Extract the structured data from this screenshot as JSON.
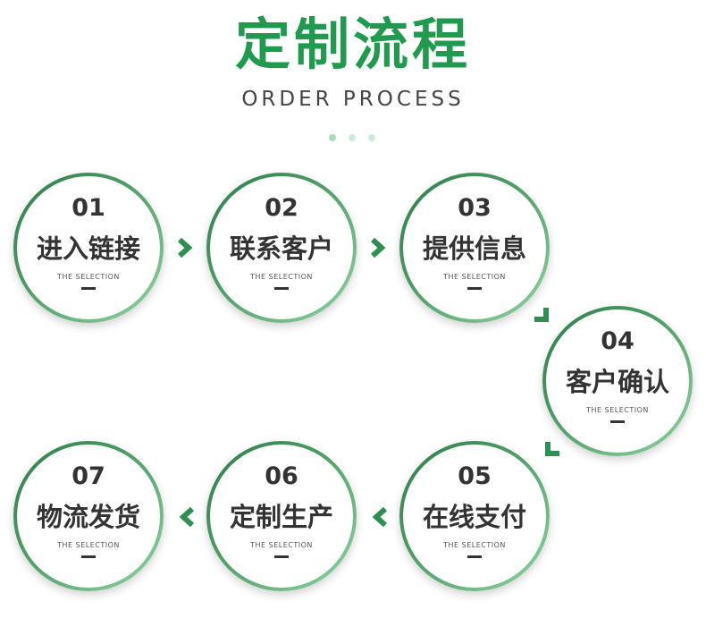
{
  "header": {
    "title": "定制流程",
    "subtitle": "ORDER PROCESS"
  },
  "steps": [
    {
      "number": "01",
      "label": "进入链接",
      "tag": "THE SELECTION"
    },
    {
      "number": "02",
      "label": "联系客户",
      "tag": "THE SELECTION"
    },
    {
      "number": "03",
      "label": "提供信息",
      "tag": "THE SELECTION"
    },
    {
      "number": "04",
      "label": "客户确认",
      "tag": "THE SELECTION"
    },
    {
      "number": "05",
      "label": "在线支付",
      "tag": "THE SELECTION"
    },
    {
      "number": "06",
      "label": "定制生产",
      "tag": "THE SELECTION"
    },
    {
      "number": "07",
      "label": "物流发货",
      "tag": "THE SELECTION"
    }
  ],
  "colors": {
    "accent": "#1f9a4f",
    "ring_dark": "#2e7d4b",
    "ring_light": "#8fd3a1",
    "text": "#333333"
  },
  "icons": [
    "chevron-right-icon",
    "chevron-left-icon",
    "corner-arrow-icon"
  ]
}
